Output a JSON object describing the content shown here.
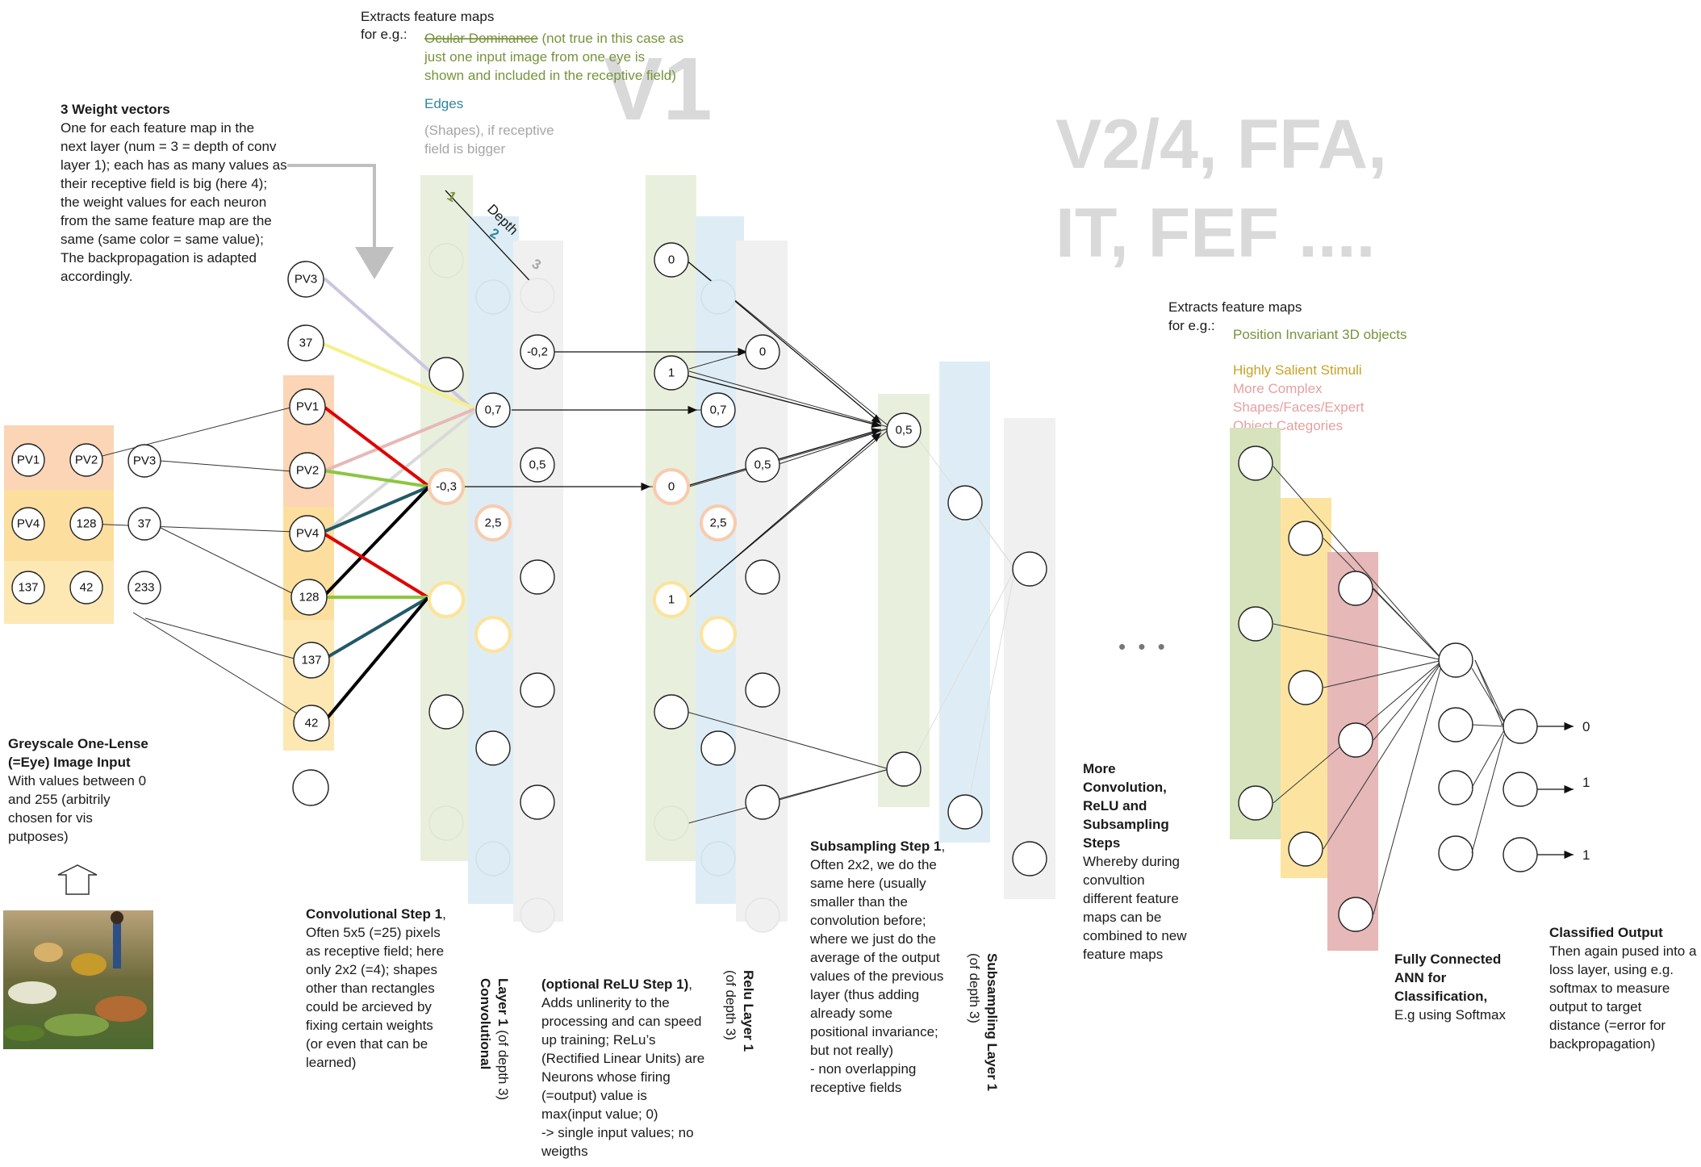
{
  "headings": {
    "v1": "V1",
    "v2a": "V2/4, FFA,",
    "v2b": "IT, FEF ...."
  },
  "v1_features": {
    "intro1": "Extracts feature maps",
    "intro2": "for e.g.:",
    "ocular_strike": "Ocular Dominance",
    "ocular_rest1": " (not true in this case as",
    "ocular_rest2": "just one input image from one eye is",
    "ocular_rest3": "shown and included in the receptive field)",
    "edges": "Edges",
    "shapes1": "(Shapes), if receptive",
    "shapes2": "field is bigger"
  },
  "higher_features": {
    "intro1": "Extracts feature maps",
    "intro2": "for e.g.:",
    "position": "Position Invariant 3D objects",
    "salient": "Highly Salient Stimuli",
    "complex1": "More Complex",
    "complex2": "Shapes/Faces/Expert",
    "complex3": "Object Categories"
  },
  "weights_note": {
    "title": "3 Weight vectors",
    "lines": [
      "One for each feature map in the",
      "next layer (num = 3 = depth of conv",
      "layer 1); each has as many values as",
      "their receptive field is big (here 4);",
      "the weight values for each neuron",
      "from the same feature map are the",
      "same (same color = same value);",
      "The backpropagation is adapted",
      "accordingly."
    ]
  },
  "depth": {
    "label": "Depth",
    "d1": "1",
    "d2": "2",
    "d3": "3"
  },
  "input_grid": [
    "PV1",
    "PV2",
    "PV3",
    "PV4",
    "128",
    "37",
    "137",
    "42",
    "233"
  ],
  "input_column": [
    "PV3",
    "37",
    "PV1",
    "PV2",
    "PV4",
    "128",
    "137",
    "42"
  ],
  "conv_values": {
    "a": "0,7",
    "b": "-0,3",
    "c": "2,5",
    "d": "-0,2",
    "e": "0,5"
  },
  "relu_values": {
    "a": "0",
    "b": "1",
    "c": "0",
    "d": "1",
    "e": "2,5",
    "f": "0",
    "g": "0,7",
    "h": "0,5"
  },
  "subsample_value": "0,5",
  "outputs": [
    "0",
    "1",
    "1"
  ],
  "captions": {
    "greyscale": {
      "title1": "Greyscale One-Lense",
      "title2": "(=Eye) Image Input",
      "lines": [
        "With values between 0",
        "and 255 (arbitrily",
        "chosen for vis",
        "putposes)"
      ]
    },
    "conv": {
      "title": "Convolutional Step 1",
      "comma": ",",
      "lines": [
        "Often 5x5 (=25) pixels",
        "as receptive field; here",
        "only 2x2 (=4); shapes",
        "other than rectangles",
        "could be arcieved by",
        "fixing certain weights",
        "(or even that can be",
        "learned)"
      ]
    },
    "relu": {
      "title": "(optional ReLU Step 1)",
      "comma": ",",
      "lines": [
        "Adds unlinerity to the",
        "processing and can speed",
        "up training; ReLu’s",
        "(Rectified Linear Units) are",
        "Neurons whose firing",
        "(=output) value is",
        "max(input value; 0)",
        "-> single input values; no",
        "weigths"
      ]
    },
    "subsampling": {
      "title": "Subsampling Step 1",
      "comma": ",",
      "lines": [
        "Often 2x2, we do the",
        "same here (usually",
        "smaller than the",
        "convolution before;",
        "where we just do the",
        "average of the output",
        "values of the previous",
        "layer (thus adding",
        "already some",
        "positional invariance;",
        "but not really)",
        "- non overlapping",
        "receptive fields"
      ]
    },
    "more": {
      "title": [
        "More",
        "Convolution,",
        "ReLU and",
        "Subsampling",
        "Steps"
      ],
      "lines": [
        "Whereby during",
        "convultion",
        "different feature",
        "maps can be",
        "combined to new",
        "feature maps"
      ]
    },
    "fc": {
      "title": [
        "Fully Connected",
        "ANN for",
        "Classification,"
      ],
      "lines": [
        "E.g using Softmax"
      ]
    },
    "classified": {
      "title": "Classified Output",
      "lines": [
        "Then again pused into a",
        "loss layer, using e.g.",
        "softmax to measure",
        "output to target",
        "distance (=error for",
        "backpropagation)"
      ]
    }
  },
  "rotated_labels": {
    "conv_layer": "Convolutional",
    "conv_layer2": "Layer 1",
    "conv_depth": " (of depth 3)",
    "relu_layer": "Relu Layer 1",
    "relu_depth": "(of depth 3)",
    "sub_layer": "Subsampling Layer 1",
    "sub_depth": "(of depth 3)"
  },
  "ellipsis": "• • •",
  "colors": {
    "green_band": "#e8efdd",
    "blue_band": "#deedf5",
    "grey_band": "#f0f0f0",
    "orange_band": "#fbd5b5",
    "yellow_band": "#fde7b3",
    "pink_band": "#e6b8b7",
    "weight_red": "#e00000",
    "weight_green": "#8cc63f",
    "weight_teal": "#215968",
    "weight_black": "#000000"
  }
}
